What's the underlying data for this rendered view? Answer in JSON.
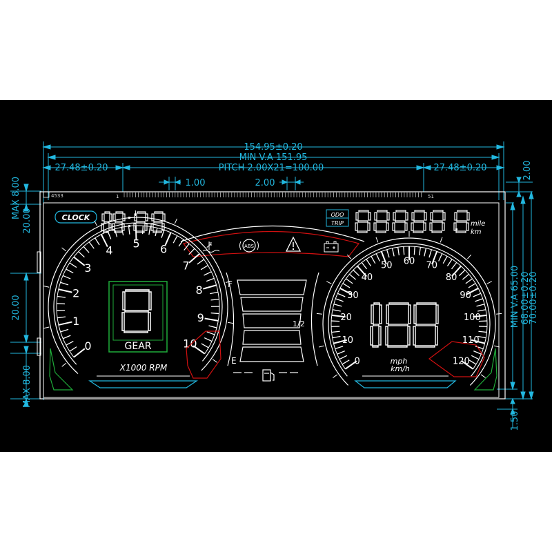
{
  "dimensions": {
    "overall_width": "154.95±0.20",
    "viewing_area": "MIN  V.A  151.95",
    "pitch": "PITCH  2.00X21=100.00",
    "left_margin": "27.48±0.20",
    "right_margin": "27.48±0.20",
    "pin_width": "1.00",
    "pin_pitch": "2.00",
    "pin_offset_top": "2.00",
    "max_top": "MAX  8.00",
    "max_bottom": "MAX  8.00",
    "left_20_top": "20.00",
    "left_20_mid": "20.00",
    "va_height": "MIN  V.A  65.00",
    "height_68": "68.00±0.20",
    "height_70": "70.00±0.20",
    "bottom_offset": "1.50"
  },
  "panel": {
    "part_code": "4533",
    "pin_first": "1",
    "pin_last": "51"
  },
  "tacho": {
    "ticks": [
      "0",
      "1",
      "2",
      "3",
      "4",
      "5",
      "6",
      "7",
      "8",
      "9",
      "10"
    ],
    "unit": "X1000 RPM",
    "gear_label": "GEAR"
  },
  "speedo": {
    "ticks": [
      "0",
      "10",
      "20",
      "30",
      "40",
      "50",
      "60",
      "70",
      "80",
      "90",
      "100",
      "110",
      "120"
    ],
    "unit_mph": "mph",
    "unit_kmh": "km/h"
  },
  "labels": {
    "clock": "CLOCK",
    "odo": "ODO",
    "trip": "TRIP",
    "mile": "mile",
    "km": "km",
    "abs": "ABS",
    "fuel_full": "F",
    "fuel_empty": "E",
    "fuel_half": "1/2"
  },
  "colors": {
    "background": "#000000",
    "segment": "#ffffff",
    "dimension": "#22b8e0",
    "gear_frame": "#1fae3a",
    "warning": "#d01010"
  }
}
